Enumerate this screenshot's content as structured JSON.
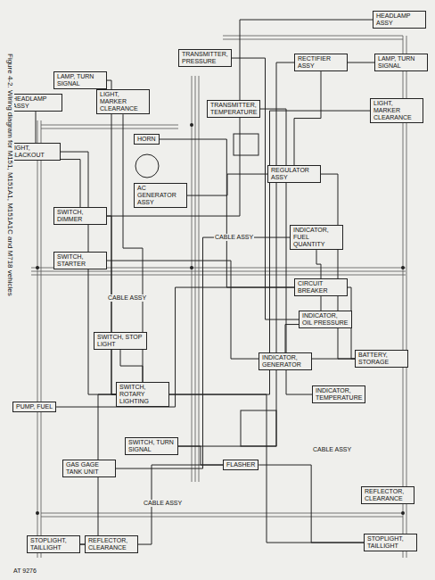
{
  "diagram": {
    "caption": "Figure 4-2. Wiring diagram for M151, M151A1, M151A1C and M718 vehicles",
    "nodes": [
      {
        "text": [
          "HEADLAMP ASSY"
        ]
      },
      {
        "text": [
          "LAMP, TURN SIGNAL"
        ]
      },
      {
        "text": [
          "LIGHT, MARKER CLEARANCE"
        ]
      },
      {
        "text": [
          "LIGHT, BLACKOUT"
        ]
      },
      {
        "text": [
          "HORN"
        ]
      },
      {
        "text": [
          "AC GENERATOR ASSY"
        ]
      },
      {
        "text": [
          "TRANSMITTER, PRESSURE"
        ]
      },
      {
        "text": [
          "TRANSMITTER, TEMPERATURE"
        ]
      },
      {
        "text": [
          "RECTIFIER ASSY"
        ]
      },
      {
        "text": [
          "REGULATOR ASSY"
        ]
      },
      {
        "text": [
          "HEADLAMP ASSY"
        ]
      },
      {
        "text": [
          "LAMP, TURN SIGNAL"
        ]
      },
      {
        "text": [
          "LIGHT, MARKER CLEARANCE"
        ]
      },
      {
        "text": [
          "SWITCH, DIMMER"
        ]
      },
      {
        "text": [
          "SWITCH, STARTER"
        ]
      },
      {
        "text": [
          "SWITCH, STOP LIGHT"
        ]
      },
      {
        "text": [
          "SWITCH, ROTARY LIGHTING"
        ]
      },
      {
        "text": [
          "SWITCH, TURN SIGNAL"
        ]
      },
      {
        "text": [
          "CIRCUIT BREAKER"
        ]
      },
      {
        "text": [
          "INDICATOR, FUEL QUANTITY"
        ]
      },
      {
        "text": [
          "INDICATOR, OIL PRESSURE"
        ]
      },
      {
        "text": [
          "INDICATOR, GENERATOR"
        ]
      },
      {
        "text": [
          "INDICATOR, TEMPERATURE"
        ]
      },
      {
        "text": [
          "FLASHER"
        ]
      },
      {
        "text": [
          "BATTERY, STORAGE"
        ]
      },
      {
        "text": [
          "PUMP, FUEL"
        ]
      },
      {
        "text": [
          "GAS GAGE TANK UNIT"
        ]
      },
      {
        "text": [
          "STOPLIGHT, TAILLIGHT"
        ]
      },
      {
        "text": [
          "REFLECTOR, CLEARANCE"
        ]
      },
      {
        "text": [
          "STOPLIGHT, TAILLIGHT"
        ]
      },
      {
        "text": [
          "REFLECTOR, CLEARANCE"
        ]
      }
    ],
    "edges": [
      {
        "from": 0,
        "to": 13,
        "arrow": "none"
      },
      {
        "from": 1,
        "to": 16,
        "arrow": "none"
      },
      {
        "from": 2,
        "to": 16,
        "arrow": "none"
      },
      {
        "from": 3,
        "to": 16,
        "arrow": "none"
      },
      {
        "from": 4,
        "to": 18,
        "arrow": "none"
      },
      {
        "from": 5,
        "to": 9,
        "arrow": "none"
      },
      {
        "from": 6,
        "to": 20,
        "arrow": "none"
      },
      {
        "from": 7,
        "to": 22,
        "arrow": "none"
      },
      {
        "from": 8,
        "to": 9,
        "arrow": "none"
      },
      {
        "from": 9,
        "to": 24,
        "arrow": "none"
      },
      {
        "from": 10,
        "to": 13,
        "arrow": "none"
      },
      {
        "from": 11,
        "to": 17,
        "arrow": "none"
      },
      {
        "from": 12,
        "to": 16,
        "arrow": "none"
      },
      {
        "from": 13,
        "to": 16,
        "arrow": "none"
      },
      {
        "from": 14,
        "to": 24,
        "arrow": "none"
      },
      {
        "from": 15,
        "to": 16,
        "arrow": "none"
      },
      {
        "from": 16,
        "to": 27,
        "arrow": "none"
      },
      {
        "from": 16,
        "to": 29,
        "arrow": "none"
      },
      {
        "from": 17,
        "to": 23,
        "arrow": "none"
      },
      {
        "from": 18,
        "to": 19,
        "arrow": "none"
      },
      {
        "from": 18,
        "to": 21,
        "arrow": "none"
      },
      {
        "from": 23,
        "to": 27,
        "arrow": "none"
      },
      {
        "from": 23,
        "to": 29,
        "arrow": "none"
      },
      {
        "from": 24,
        "to": 18,
        "arrow": "none"
      },
      {
        "from": 25,
        "to": 18,
        "arrow": "none"
      },
      {
        "from": 26,
        "to": 19,
        "arrow": "none"
      }
    ],
    "labels": [
      "CABLE ASSY",
      "CABLE ASSY",
      "CABLE ASSY",
      "CABLE ASSY",
      "AT 9276"
    ]
  }
}
